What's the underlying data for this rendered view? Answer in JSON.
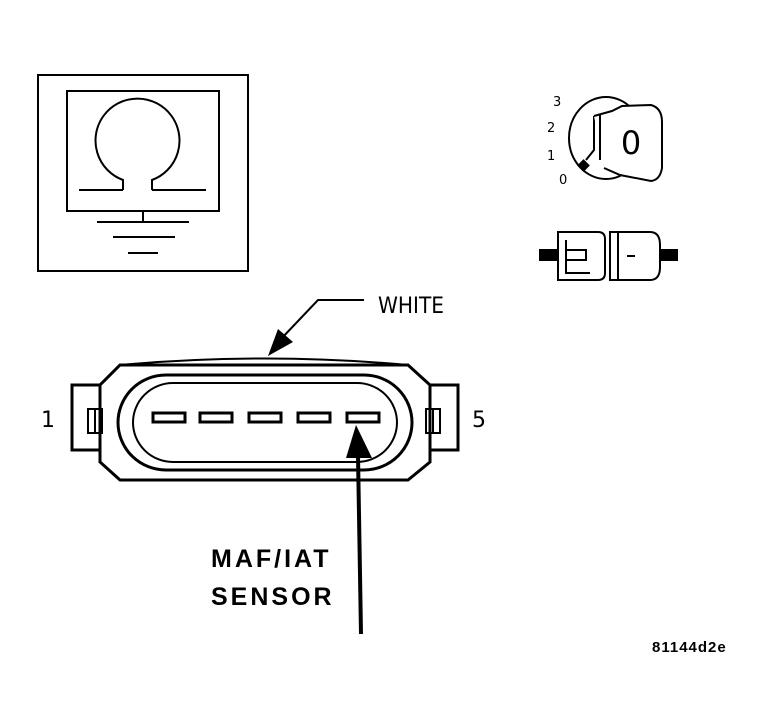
{
  "labels": {
    "wire_color": "WHITE",
    "pin_left": "1",
    "pin_right": "5",
    "sensor_line1": "MAF/IAT",
    "sensor_line2": "SENSOR",
    "figure_code": "81144d2e"
  },
  "ignition": {
    "positions": [
      "3",
      "2",
      "1",
      "0"
    ],
    "key_glyph": "0"
  },
  "icons": {
    "meter": "ohmmeter-icon",
    "ignition": "ignition-key-off-icon",
    "connector": "disconnected-connector-icon"
  },
  "colors": {
    "ink": "#000000",
    "paper": "#ffffff"
  }
}
